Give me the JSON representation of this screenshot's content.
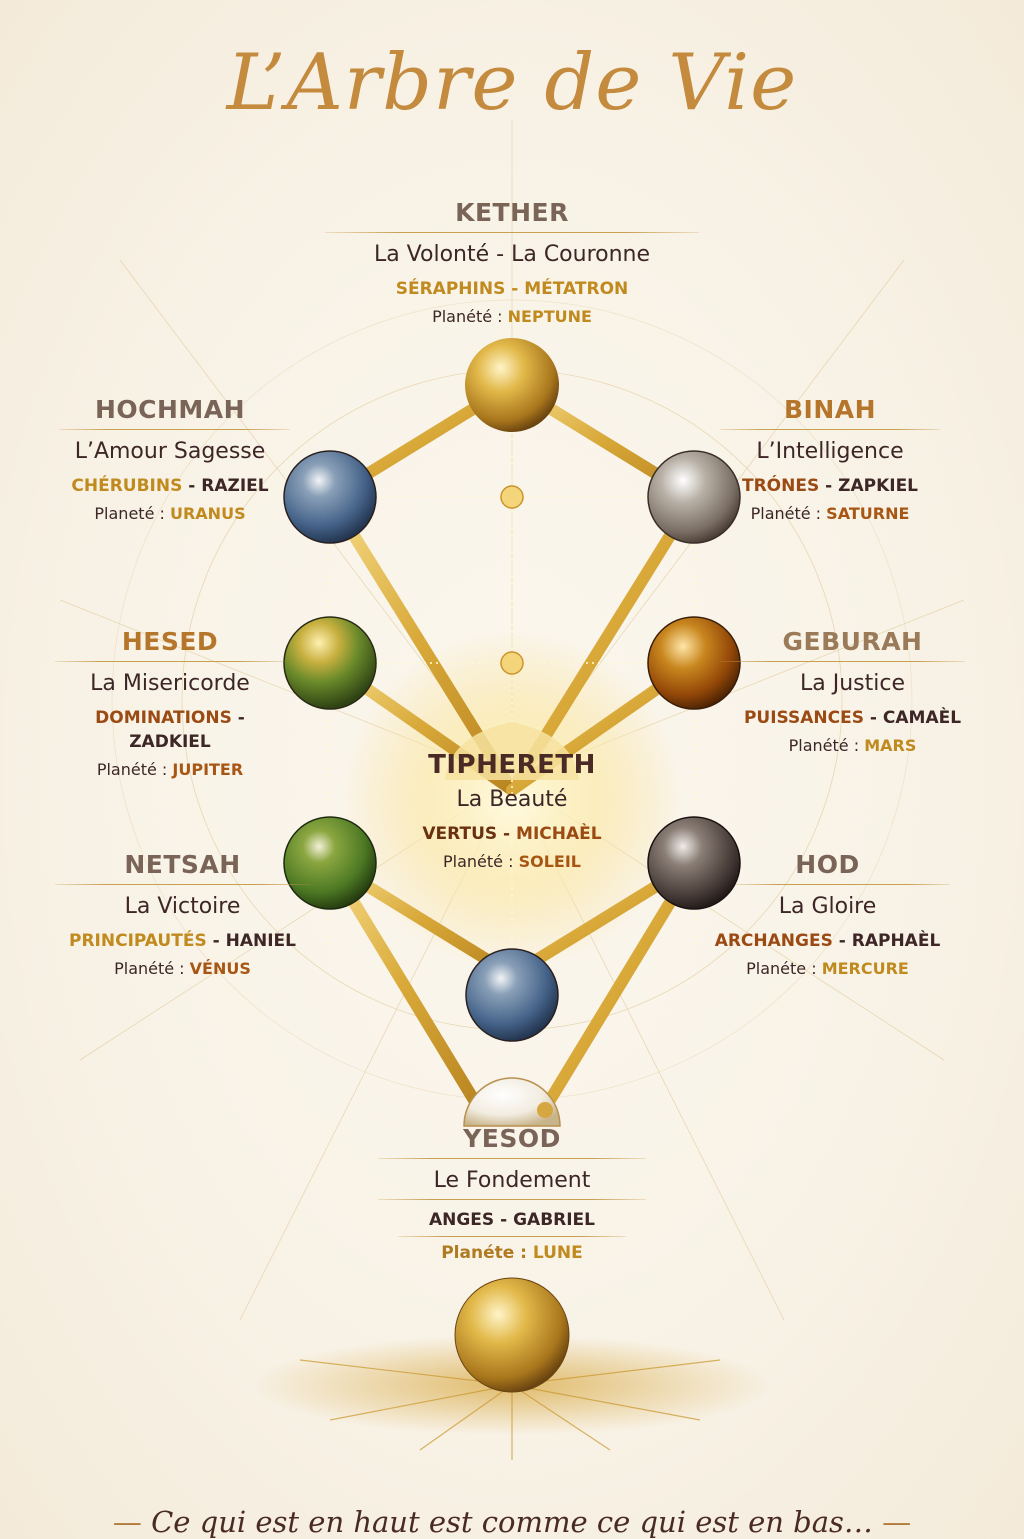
{
  "title": "L’Arbre de Vie",
  "motto": {
    "left_ornament": "—",
    "text": "Ce qui est en haut est comme ce qui est en bas…",
    "right_ornament": "—"
  },
  "colors": {
    "title": "#c48a3e",
    "gold_bar": "#e0b84a",
    "heading_gray": "#7a6458",
    "text_dark": "#3d2626",
    "accent_gold": "#c08a1e",
    "accent_rust": "#9a4a12"
  },
  "sephiroth": [
    {
      "id": "kether",
      "name": "KETHER",
      "virtue": "La Volonté - La Couronne",
      "choir": "SÉRAPHINS",
      "archangel": "MÉTATRON",
      "planet_label": "Planété :",
      "planet": "NEPTUNE",
      "sphere_color": "gold"
    },
    {
      "id": "hochmah",
      "name": "HOCHMAH",
      "virtue": "L’Amour Sagesse",
      "choir": "CHÉRUBINS",
      "archangel": "RAZIEL",
      "planet_label": "Planeté :",
      "planet": "URANUS",
      "sphere_color": "blue"
    },
    {
      "id": "binah",
      "name": "BINAH",
      "virtue": "L’Intelligence",
      "choir": "TRÓNES",
      "archangel": "ZAPKIEL",
      "planet_label": "Planété :",
      "planet": "SATURNE",
      "sphere_color": "silver"
    },
    {
      "id": "hesed",
      "name": "HESED",
      "virtue": "La Misericorde",
      "choir": "DOMINATIONS",
      "archangel": "ZADKIEL",
      "planet_label": "Planété :",
      "planet": "JUPITER",
      "sphere_color": "green-gold"
    },
    {
      "id": "geburah",
      "name": "GEBURAH",
      "virtue": "La Justice",
      "choir": "PUISSANCES",
      "archangel": "CAMAÈL",
      "planet_label": "Planété :",
      "planet": "MARS",
      "sphere_color": "copper"
    },
    {
      "id": "tiphereth",
      "name": "TIPHERETH",
      "virtue": "La Beauté",
      "choir": "VERTUS",
      "archangel": "MICHAÈL",
      "planet_label": "Planété :",
      "planet": "SOLEIL",
      "sphere_color": "radiant-gold"
    },
    {
      "id": "netsah",
      "name": "NETSAH",
      "virtue": "La Victoire",
      "choir": "PRINCIPAUTÉS",
      "archangel": "HANIEL",
      "planet_label": "Planété :",
      "planet": "VÉNUS",
      "sphere_color": "green"
    },
    {
      "id": "hod",
      "name": "HOD",
      "virtue": "La Gloire",
      "choir": "ARCHANGES",
      "archangel": "RAPHAÈL",
      "planet_label": "Planéte :",
      "planet": "MERCURE",
      "sphere_color": "dark-gray"
    },
    {
      "id": "yesod",
      "name": "YESOD",
      "virtue": "Le Fondement",
      "choir": "ANGES",
      "archangel": "GABRIEL",
      "planet_label": "Planéte :",
      "planet": "LUNE",
      "sphere_color": "pearl"
    },
    {
      "id": "malkuth",
      "name": "",
      "sphere_color": "gold"
    }
  ],
  "separator": " - "
}
